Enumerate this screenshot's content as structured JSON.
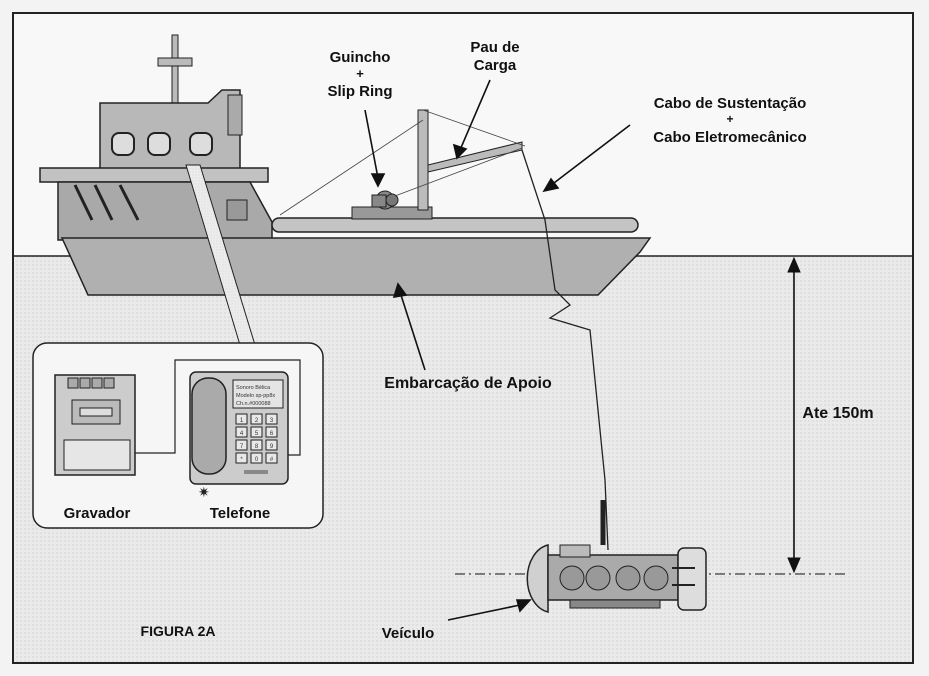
{
  "labels": {
    "winch_line1": "Guincho",
    "winch_plus": "+",
    "winch_line2": "Slip Ring",
    "crane_line1": "Pau de",
    "crane_line2": "Carga",
    "cable_line1": "Cabo de Sustentação",
    "cable_plus": "+",
    "cable_line2": "Cabo Eletromecânico",
    "support_vessel": "Embarcação de Apoio",
    "depth": "Ate 150m",
    "recorder": "Gravador",
    "telephone": "Telefone",
    "vehicle": "Veículo",
    "figure": "FIGURA 2A"
  },
  "phone_display": {
    "line1": "Sonoro Bélica",
    "line2": "Modelo sp-pp8x",
    "line3": "Ch.n.#000088"
  },
  "phone_keys": [
    "1",
    "2",
    "3",
    "4",
    "5",
    "6",
    "7",
    "8",
    "9",
    "*",
    "0",
    "#"
  ],
  "colors": {
    "hull": "#b3b3b3",
    "water": "#e9e9e9",
    "sky": "#f7f7f7",
    "line": "#1a1a1a"
  }
}
